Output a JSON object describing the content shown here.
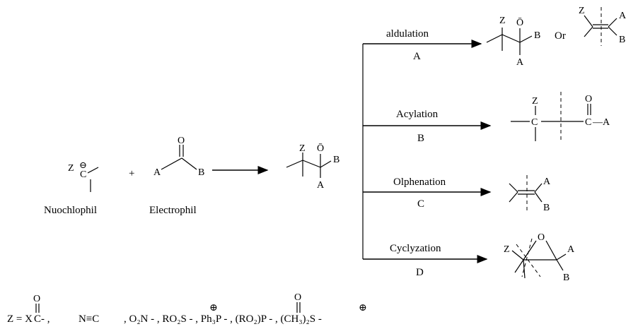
{
  "reactants": {
    "nucleophile_label": "Nuochlophil",
    "electrophile_label": "Electrophil",
    "plus": "+"
  },
  "atoms": {
    "z": "Z",
    "c": "C",
    "o": "O",
    "o_minus": "Ō",
    "a": "A",
    "b": "B",
    "minus_circle": "⊖"
  },
  "branches": [
    {
      "name": "aldulation",
      "letter": "A"
    },
    {
      "name": "Acylation",
      "letter": "B"
    },
    {
      "name": "Olphenation",
      "letter": "C"
    },
    {
      "name": "Cyclyzation",
      "letter": "D"
    }
  ],
  "products": {
    "or_text": "Or",
    "acyl_c": "C",
    "acyl_dash_a": "—A"
  },
  "footer": {
    "z_eq": "Z = X",
    "c_dash": "C- ,",
    "o_top": "O",
    "nitrile": "N≡C",
    "groups": ", O₂N - , RO₂S - , Ph₃P - , (RO₂)P - , (CH₃)₂S -",
    "oplus": "⊕"
  }
}
